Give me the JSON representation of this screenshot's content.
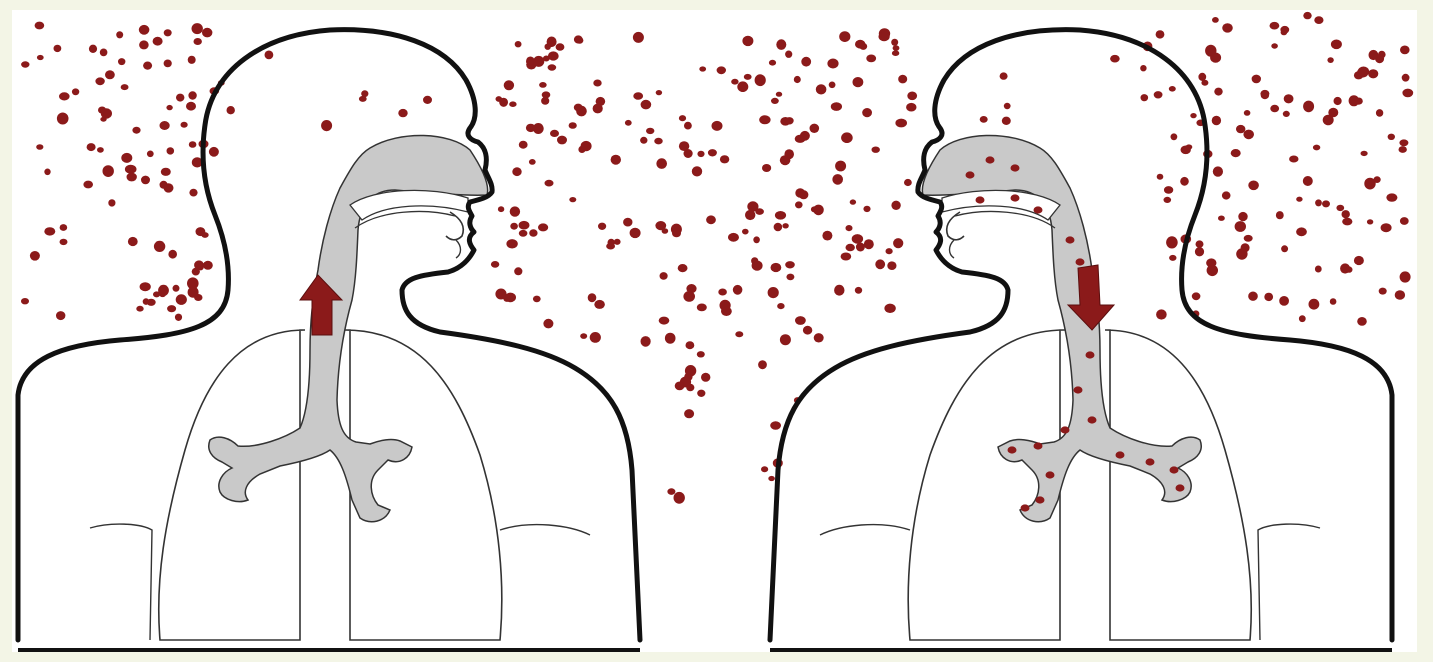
{
  "figure": {
    "figures": [
      {
        "role": "exhaling",
        "airflow": "up-out"
      },
      {
        "role": "inhaling",
        "airflow": "down-in"
      }
    ],
    "colors": {
      "frame_background": "#f3f5e6",
      "canvas_background": "#ffffff",
      "outline": "#111111",
      "lung_outline": "#333333",
      "airway_fill": "#c9c9c9",
      "particle": "#8b1a1a"
    },
    "particle_count": 420
  }
}
